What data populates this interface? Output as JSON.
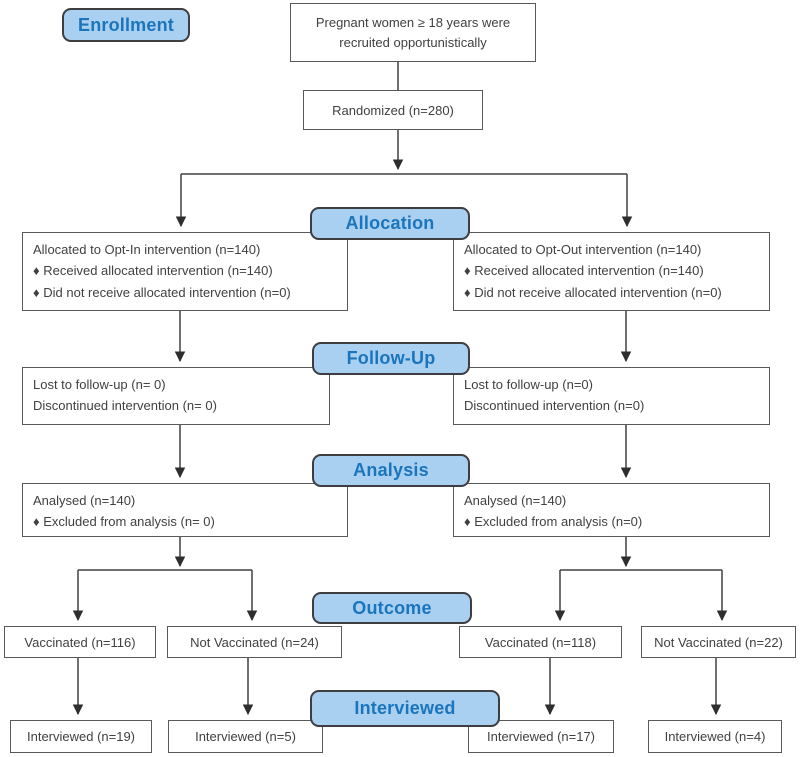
{
  "stages": {
    "enrollment": "Enrollment",
    "allocation": "Allocation",
    "followup": "Follow-Up",
    "analysis": "Analysis",
    "outcome": "Outcome",
    "interviewed": "Interviewed"
  },
  "boxes": {
    "recruited": {
      "text": "Pregnant women ≥ 18 years were recruited opportunistically"
    },
    "randomized": {
      "text": "Randomized (n=280)"
    },
    "alloc_left": {
      "title": "Allocated to Opt-In intervention (n=140)",
      "items": [
        "♦ Received allocated intervention (n=140)",
        "♦ Did not receive allocated intervention (n=0)"
      ]
    },
    "alloc_right": {
      "title": "Allocated to Opt-Out intervention (n=140)",
      "items": [
        "♦ Received allocated intervention (n=140)",
        "♦ Did not receive allocated intervention (n=0)"
      ]
    },
    "followup_left": {
      "lines": [
        "Lost to follow-up (n= 0)",
        "Discontinued intervention (n= 0)"
      ]
    },
    "followup_right": {
      "lines": [
        "Lost to follow-up (n=0)",
        "Discontinued intervention (n=0)"
      ]
    },
    "analysis_left": {
      "title": "Analysed (n=140)",
      "items": [
        "♦ Excluded from analysis (n= 0)"
      ]
    },
    "analysis_right": {
      "title": "Analysed (n=140)",
      "items": [
        "♦ Excluded from analysis (n=0)"
      ]
    },
    "outcome": [
      "Vaccinated (n=116)",
      "Not Vaccinated (n=24)",
      "Vaccinated (n=118)",
      "Not Vaccinated (n=22)"
    ],
    "interviewed": [
      "Interviewed (n=19)",
      "Interviewed (n=5)",
      "Interviewed (n=17)",
      "Interviewed (n=4)"
    ]
  },
  "colors": {
    "stage_fill": "#A9CFF1",
    "stage_text": "#1B75BC",
    "stage_border": "#3E3E40",
    "box_border": "#58595B",
    "box_text": "#414042",
    "connector": "#414042"
  }
}
